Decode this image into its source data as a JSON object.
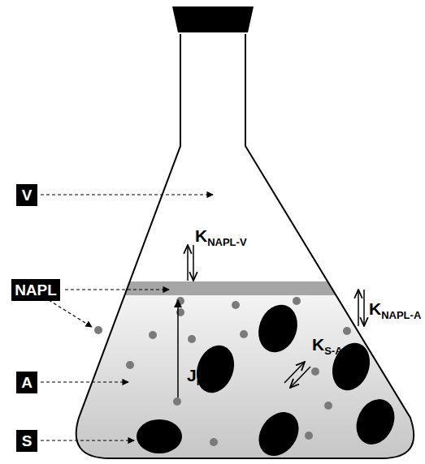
{
  "diagram": {
    "nodes": [
      {
        "text": [
          "V"
        ]
      },
      {
        "text": [
          "NAPL"
        ]
      },
      {
        "text": [
          "A"
        ]
      },
      {
        "text": [
          "S"
        ]
      }
    ],
    "labels": [
      "K",
      "NAPL-V",
      "K",
      "NAPL-A",
      "J",
      "n",
      "K",
      "S-A"
    ]
  }
}
